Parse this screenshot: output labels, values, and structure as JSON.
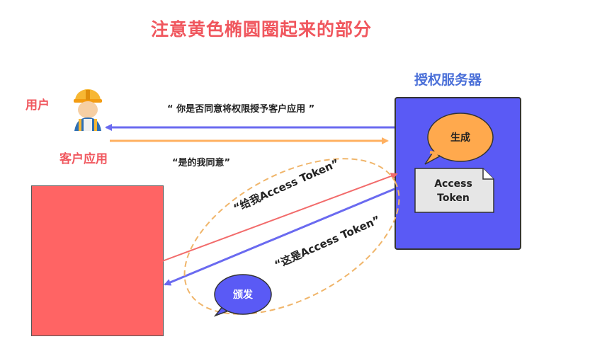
{
  "title": "注意黄色椭圆圈起来的部分",
  "actors": {
    "user": "用户",
    "client": "客户应用",
    "server": "授权服务器"
  },
  "messages": {
    "ask_consent": "“ 你是否同意将权限授予客户应用 ”",
    "consent": "“是的我同意”",
    "request_token": "“给我Access Token”",
    "here_token": "“这是Access Token”"
  },
  "bubbles": {
    "generate": "生成",
    "issue": "颁发"
  },
  "token_doc": {
    "line1": "Access",
    "line2": "Token"
  },
  "colors": {
    "title": "#f0575e",
    "server_box": "#5a5af5",
    "client_box": "#ff6464",
    "arrow_blue": "#6a6af0",
    "arrow_orange": "#ffb060",
    "arrow_red": "#f26b6b",
    "highlight_ellipse": "#f0b56a"
  },
  "icons": {
    "user": "worker-helmet-icon"
  }
}
